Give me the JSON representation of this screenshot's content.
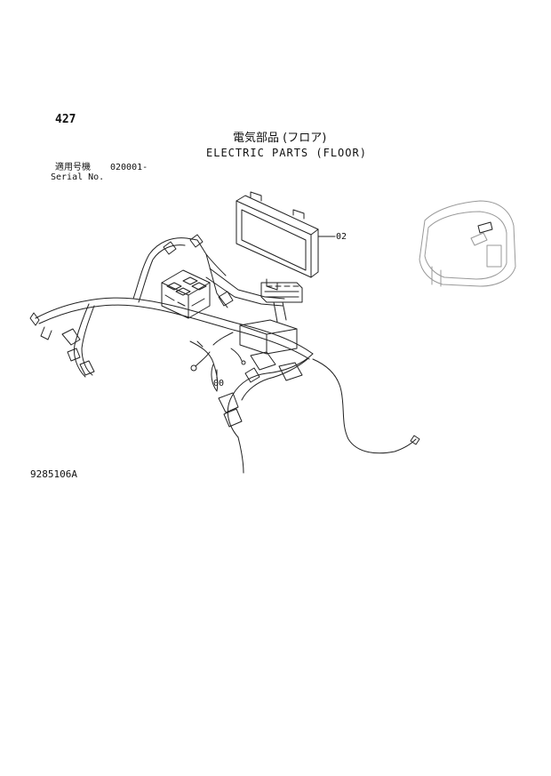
{
  "header": {
    "page_number": "427",
    "title_japanese": "電気部品 (フロア)",
    "title_english": "ELECTRIC PARTS (FLOOR)",
    "serial_label_japanese": "適用号機",
    "serial_value": "020001-",
    "serial_label_english": "Serial No."
  },
  "diagram": {
    "callouts": [
      {
        "label": "02",
        "part": "controller-box"
      },
      {
        "label": "00",
        "part": "wire-harness"
      }
    ],
    "line_color": "#222222"
  },
  "footer": {
    "figure_number": "9285106A"
  }
}
